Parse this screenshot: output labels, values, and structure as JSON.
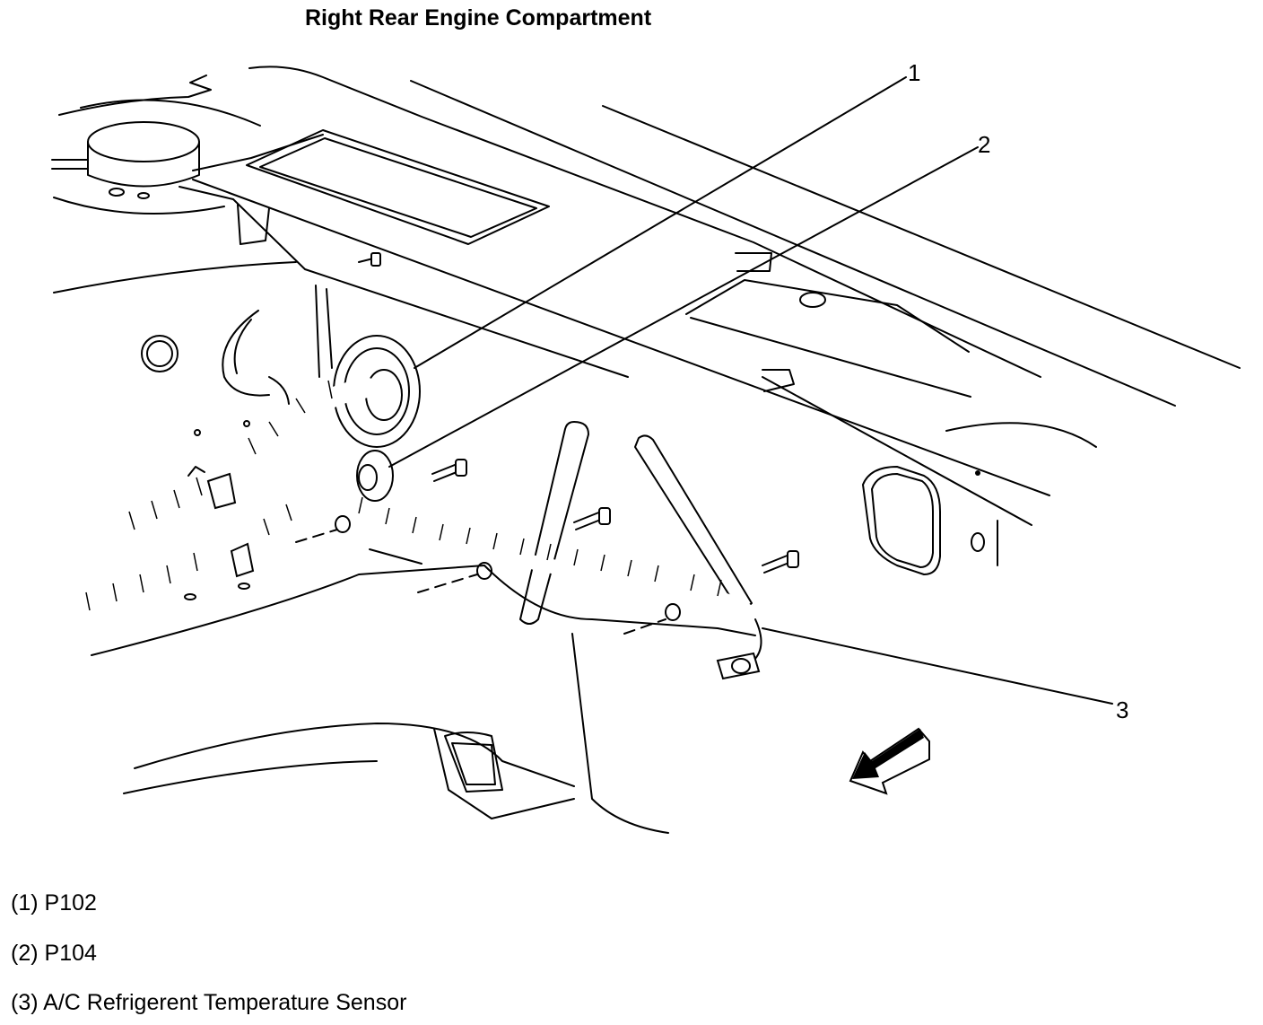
{
  "title": "Right Rear Engine Compartment",
  "callouts": [
    "1",
    "2",
    "3"
  ],
  "legend": [
    {
      "num": "(1)",
      "label": "P102"
    },
    {
      "num": "(2)",
      "label": "P104"
    },
    {
      "num": "(3)",
      "label": "A/C Refrigerent Temperature Sensor"
    }
  ],
  "icons": [
    "forward-arrow-icon",
    "grommet-icon",
    "bolt-icon",
    "connector-icon"
  ]
}
